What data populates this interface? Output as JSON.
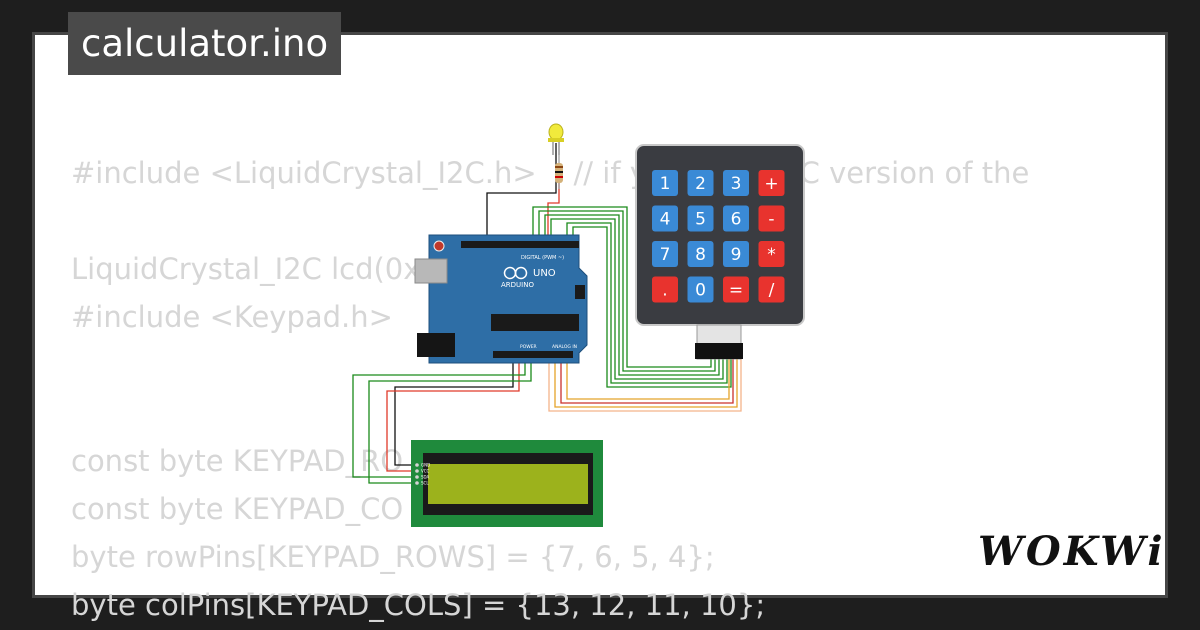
{
  "title": "calculator.ino",
  "code_lines": [
    "#include <LiquidCrystal_I2C.h>    // if you have I2C version of the",
    "LiquidCrystal_I2C lcd(0x",
    "#include <Keypad.h>",
    "const byte KEYPAD_RO",
    "const byte KEYPAD_CO",
    "byte rowPins[KEYPAD_ROWS] = {7, 6, 5, 4};",
    "byte colPins[KEYPAD_COLS] = {13, 12, 11, 10};"
  ],
  "arduino": {
    "brand": "ARDUINO",
    "model": "UNO",
    "digital_label": "DIGITAL (PWM ~)",
    "power_label": "POWER",
    "analog_label": "ANALOG IN"
  },
  "keypad": {
    "keys": [
      [
        "1",
        "2",
        "3",
        "+"
      ],
      [
        "4",
        "5",
        "6",
        "-"
      ],
      [
        "7",
        "8",
        "9",
        "*"
      ],
      [
        ".",
        "0",
        "=",
        "/"
      ]
    ],
    "digit_color": "#3a8ad6",
    "op_color": "#e8332e"
  },
  "lcd": {
    "pins": [
      "GND",
      "VCC",
      "SDA",
      "SCL"
    ]
  },
  "logo": "WOKWi",
  "colors": {
    "background": "#1e1e1e",
    "card": "#ffffff",
    "code_text": "#d6d6d6",
    "title_bg": "#4a4a4a",
    "board": "#2e6ea6",
    "lcd_board": "#1f8a3c",
    "lcd_screen": "#9cb21c"
  }
}
